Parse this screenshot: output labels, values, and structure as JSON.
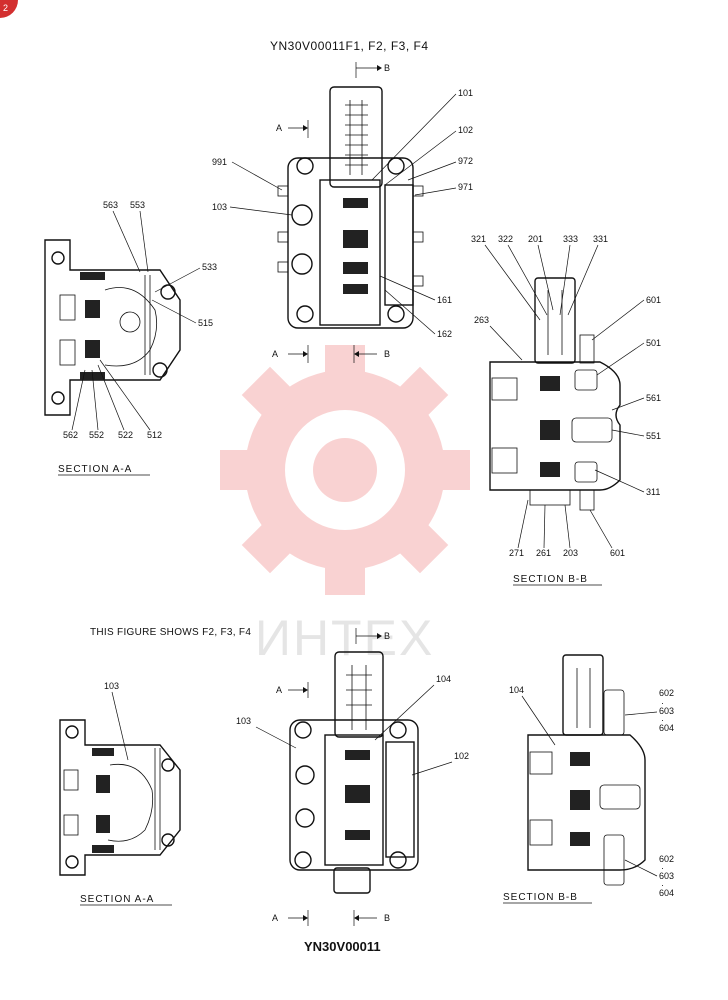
{
  "corner_mark": "2",
  "top": {
    "title": "YN30V00011F1, F2, F3, F4",
    "arrow_labels": [
      "B",
      "A",
      "A",
      "B"
    ],
    "callouts": [
      "101",
      "102",
      "972",
      "971",
      "991",
      "103",
      "161",
      "162"
    ]
  },
  "sectionAA_top": {
    "caption": "SECTION  A-A",
    "callouts": [
      "563",
      "553",
      "533",
      "515",
      "562",
      "552",
      "522",
      "512"
    ]
  },
  "sectionBB_top": {
    "caption": "SECTION  B-B",
    "callouts": [
      "321",
      "322",
      "201",
      "333",
      "331",
      "601",
      "263",
      "501",
      "561",
      "551",
      "311",
      "271",
      "261",
      "203",
      "601"
    ]
  },
  "bottom": {
    "figure_note": "THIS FIGURE SHOWS   F2, F3, F4",
    "arrow_labels": [
      "B",
      "A",
      "A",
      "B"
    ],
    "callouts": [
      "104",
      "103",
      "102"
    ]
  },
  "sectionAA_bottom": {
    "caption": "SECTION  A-A",
    "callouts": [
      "103"
    ]
  },
  "sectionBB_bottom": {
    "caption": "SECTION  B-B",
    "callouts": [
      "104",
      "602",
      "603",
      "604",
      "602",
      "603",
      "604"
    ]
  },
  "watermark": {
    "text": "ИНТЕХ",
    "color": "#e53935"
  },
  "footer": "YN30V00011"
}
